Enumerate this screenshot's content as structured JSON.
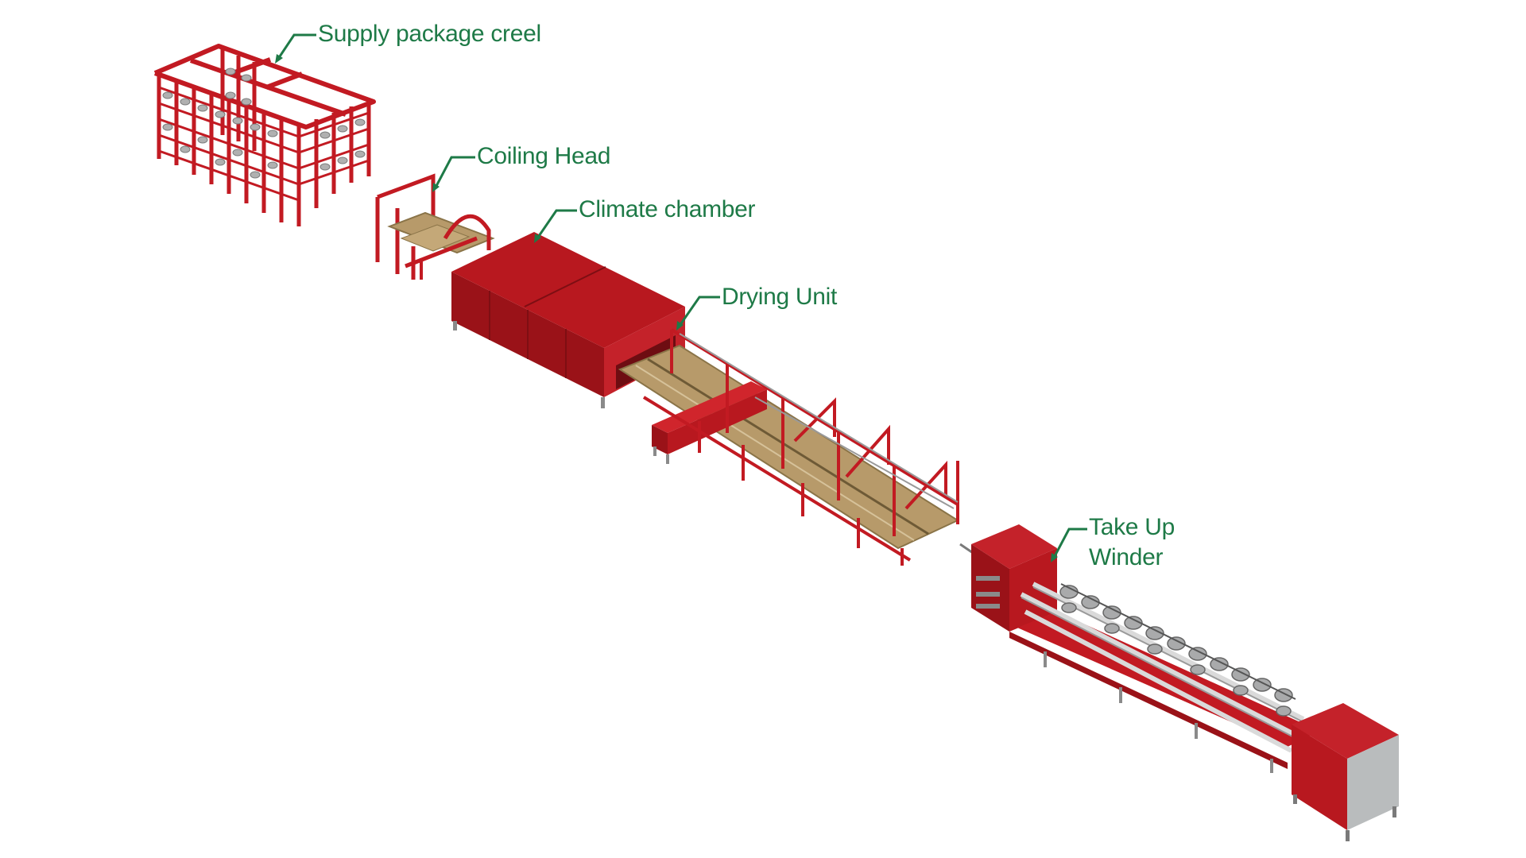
{
  "labels": {
    "supply_package_creel": "Supply package creel",
    "coiling_head": "Coiling Head",
    "climate_chamber": "Climate chamber",
    "drying_unit": "Drying Unit",
    "take_up_winder_line1": "Take Up",
    "take_up_winder_line2": "Winder"
  },
  "colors": {
    "label_green": "#1e7a47",
    "machine_red": "#c21a22",
    "machine_red_dark": "#9a1218",
    "machine_red_light": "#d93a3a",
    "belt_tan": "#b79a6a",
    "frame_grey": "#8a8a8a",
    "panel_grey": "#b9bcbd"
  }
}
